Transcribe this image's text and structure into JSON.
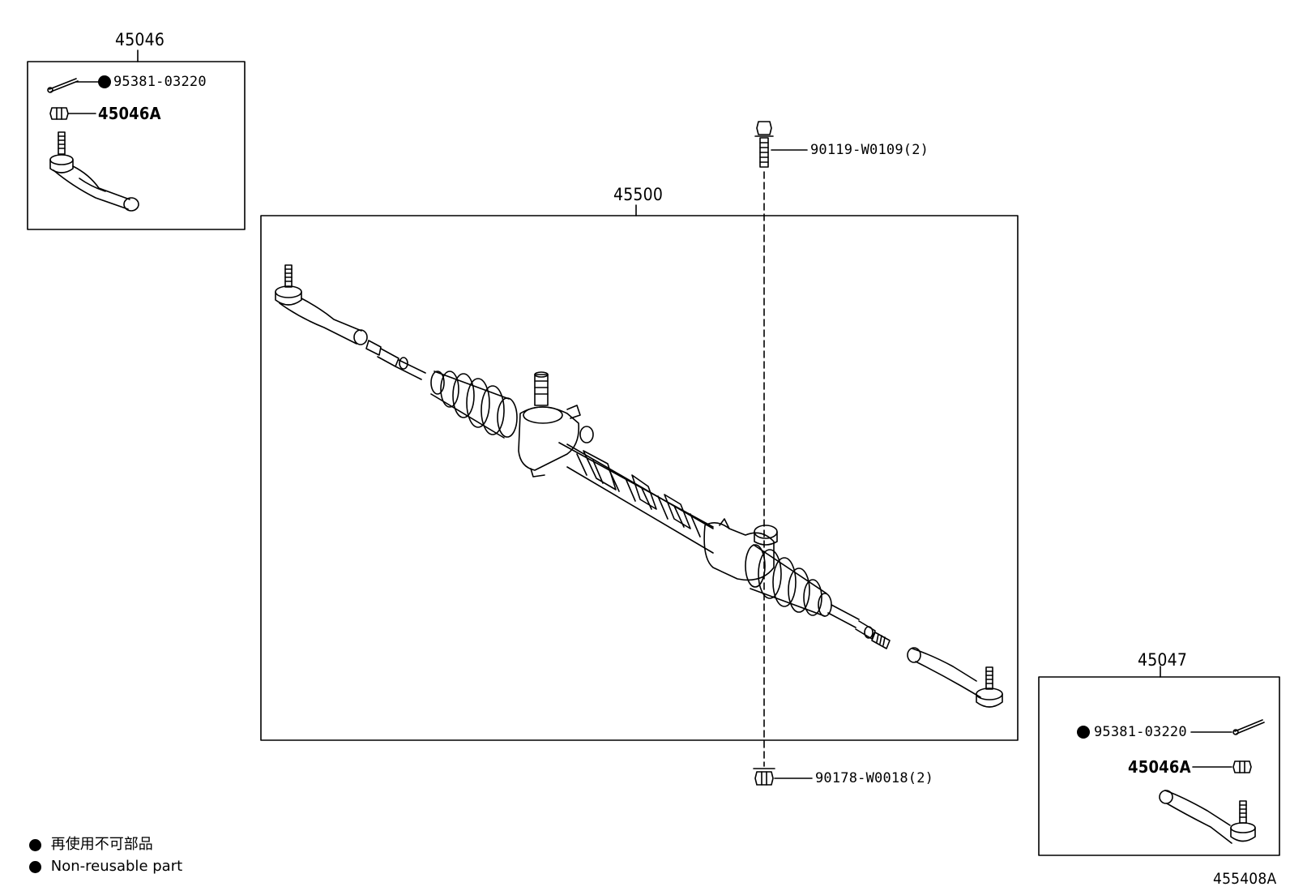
{
  "groups": {
    "left_tie_rod_end": {
      "part_no": "45046"
    },
    "steering_rack": {
      "part_no": "45500"
    },
    "right_tie_rod_end": {
      "part_no": "45047"
    }
  },
  "labels": {
    "cotter_pin_left": "95381-03220",
    "nut_left": "45046A",
    "bolt": "90119-W0109(2)",
    "nut_bottom": "90178-W0018(2)",
    "cotter_pin_right": "95381-03220",
    "nut_right": "45046A"
  },
  "legend": {
    "items": [
      {
        "text": "再使用不可部品"
      },
      {
        "text": "Non-reusable part"
      }
    ]
  },
  "diagram_id": "455408A",
  "marker_icon": "filled-circle-icon"
}
